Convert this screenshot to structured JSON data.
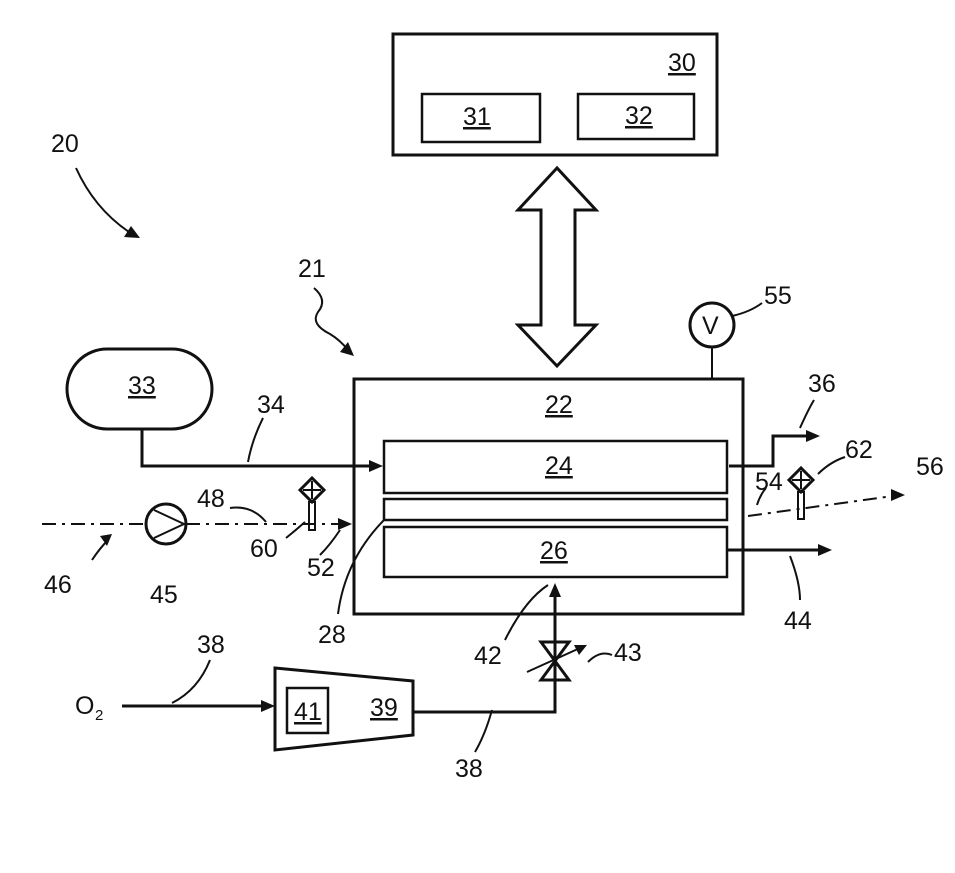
{
  "labels": {
    "system": "20",
    "cell_unit": "21",
    "cell": "22",
    "anode": "24",
    "cathode": "26",
    "membrane": "28",
    "controller": "30",
    "ctrl_a": "31",
    "ctrl_b": "32",
    "tank": "33",
    "line_tank": "34",
    "exhaust_top": "36",
    "o2_line_left": "38",
    "o2_line_bottom": "38",
    "compressor": "39",
    "compressor_inner": "41",
    "cathode_inlet": "42",
    "valve": "43",
    "exhaust_bottom": "44",
    "pump": "45",
    "coolant_in": "46",
    "coolant_line": "48",
    "coolant_inlet": "52",
    "coolant_outlet": "54",
    "voltmeter_symbol": "V",
    "voltmeter": "55",
    "coolant_out": "56",
    "sensor_in": "60",
    "sensor_out": "62",
    "oxygen_O": "O",
    "oxygen_sub": "2"
  }
}
